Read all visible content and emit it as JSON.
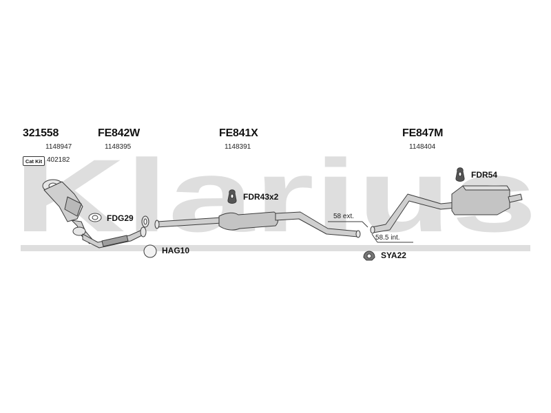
{
  "watermark": "Klarius",
  "parts": [
    {
      "code": "321558",
      "number": "1148947"
    },
    {
      "code": "FE842W",
      "number": "1148395"
    },
    {
      "code": "FE841X",
      "number": "1148391"
    },
    {
      "code": "FE847M",
      "number": "1148404"
    }
  ],
  "catkit": {
    "badge": "Cat Kit",
    "number": "402182"
  },
  "accessories": {
    "fdg29": "FDG29",
    "fdr43": "FDR43x2",
    "fdr54": "FDR54",
    "hag10": "HAG10",
    "sya22": "SYA22"
  },
  "dimensions": {
    "ext": "58 ext.",
    "int": "58.5 int."
  },
  "colors": {
    "watermark": "#dedede",
    "pipe": "#c9c9c9",
    "outline": "#3a3a3a"
  }
}
